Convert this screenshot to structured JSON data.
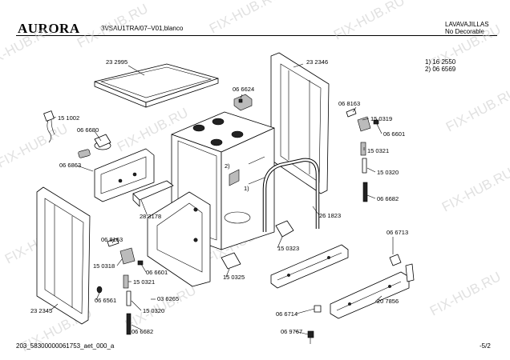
{
  "header": {
    "brand": "AURORA",
    "model": "3VSAU1TRA/07–V01,blanco",
    "category": "LAVAVAJILLAS",
    "variant": "No Decorable"
  },
  "notes": [
    "1) 16 2550",
    "2) 06 6569"
  ],
  "watermark": "FIX-HUB.RU",
  "footer": {
    "doc_id": "203_58300000061753_aet_000_a",
    "page": "-5/2"
  },
  "callouts": [
    "23 2995",
    "23 2346",
    "06 6624",
    "15 1002",
    "06 6680",
    "06 6863",
    "06 8163",
    "15 0319",
    "06 6601",
    "15 0321",
    "15 0320",
    "06 6682",
    "28 3178",
    "26 1823",
    "15 0323",
    "06 6713",
    "06 8163",
    "15 0318",
    "06 6601",
    "15 0321",
    "03 6265",
    "15 0320",
    "06 6682",
    "15 0325",
    "23 2345",
    "06 6561",
    "06 6714",
    "06 9767",
    "20 7856"
  ],
  "inline_marks": [
    "1)",
    "2)"
  ]
}
